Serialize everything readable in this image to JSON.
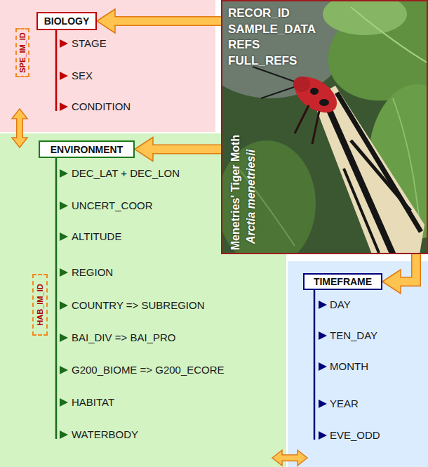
{
  "diagram": {
    "nodes": [
      {
        "text": [
          "STAGE",
          "SEX",
          "CONDITION"
        ]
      },
      {
        "text": [
          "BIOLOGY"
        ],
        "in": 0
      },
      {
        "text": [
          "SPE_IM_ID"
        ],
        "in": 0
      },
      {
        "text": [
          "RECOR_ID",
          "SAMPLE_DATA",
          "REFS",
          "FULL_REFS",
          "Menetries' Tiger Moth",
          "Arctia menetriesii"
        ]
      },
      {
        "text": [
          "DEC_LAT + DEC_LON",
          "UNCERT_COOR",
          "ALTITUDE",
          "REGION",
          "COUNTRY => SUBREGION",
          "BAI_DIV => BAI_PRO",
          "G200_BIOME => G200_ECORE",
          "HABITAT",
          "WATERBODY"
        ]
      },
      {
        "text": [
          "ENVIRONMENT"
        ],
        "in": 4
      },
      {
        "text": [
          "HAB_IM_ID"
        ],
        "in": 4
      },
      {
        "text": [
          "DAY",
          "TEN_DAY",
          "MONTH",
          "YEAR",
          "EVE_ODD"
        ]
      },
      {
        "text": [
          "TIMEFRAME"
        ],
        "in": 7
      }
    ],
    "edges": [
      {
        "from": 3,
        "to": 1,
        "arrow": "to"
      },
      {
        "from": 3,
        "to": 5,
        "arrow": "to"
      },
      {
        "from": 3,
        "to": 8,
        "arrow": "to"
      },
      {
        "from": 0,
        "to": 4,
        "arrow": "both"
      },
      {
        "from": 4,
        "to": 7,
        "arrow": "both"
      }
    ]
  }
}
